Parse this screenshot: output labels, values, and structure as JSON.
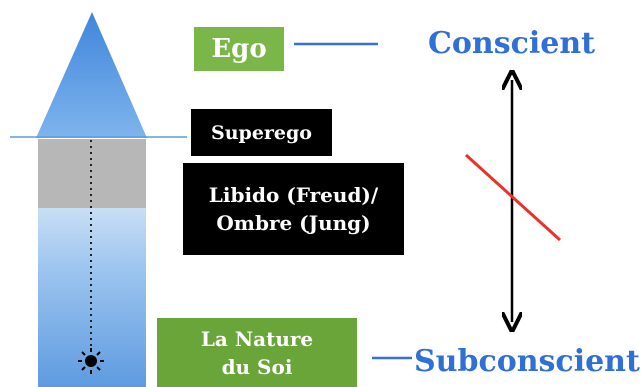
{
  "boxes": {
    "ego": "Ego",
    "superego": "Superego",
    "libido_line1": "Libido (Freud)/",
    "libido_line2": "Ombre (Jung)",
    "nature_line1": "La Nature",
    "nature_line2": "du Soi"
  },
  "levels": {
    "top": "Conscient",
    "bottom": "Subconscient"
  },
  "colors": {
    "green_box": "#7ab648",
    "nature_box": "#6aa53a",
    "black_box": "#000000",
    "level_text": "#2f6fd6",
    "connector": "#3b6fd8",
    "strike_line": "#e8322a",
    "arrow": "#000000",
    "roof_fill": "#5b9be0",
    "gray_band": "#b5b5b5",
    "column_fill": "#8dbbee"
  },
  "icons": {
    "roof": "triangle-roof-icon",
    "sun": "sun-icon",
    "arrow": "double-headed-arrow-icon"
  }
}
